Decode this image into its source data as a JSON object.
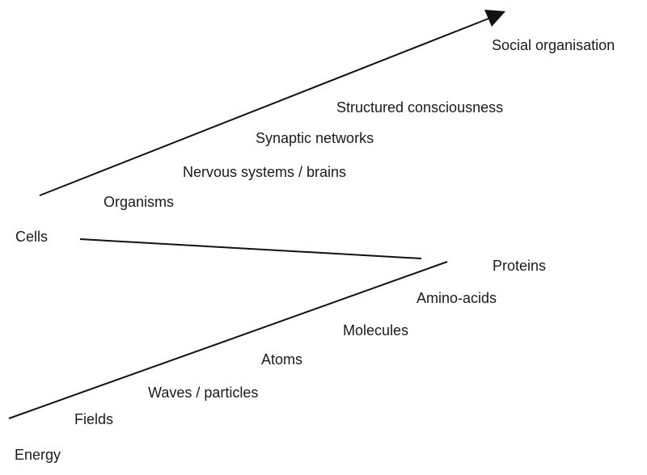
{
  "lower_sequence": [
    "Energy",
    "Fields",
    "Waves / particles",
    "Atoms",
    "Molecules",
    "Amino-acids",
    "Proteins"
  ],
  "transition": "Cells",
  "upper_sequence": [
    "Organisms",
    "Nervous systems / brains",
    "Synaptic networks",
    "Structured consciousness",
    "Social organisation"
  ],
  "colors": {
    "line": "#111111",
    "text": "#1a1a1a",
    "background": "#ffffff"
  }
}
